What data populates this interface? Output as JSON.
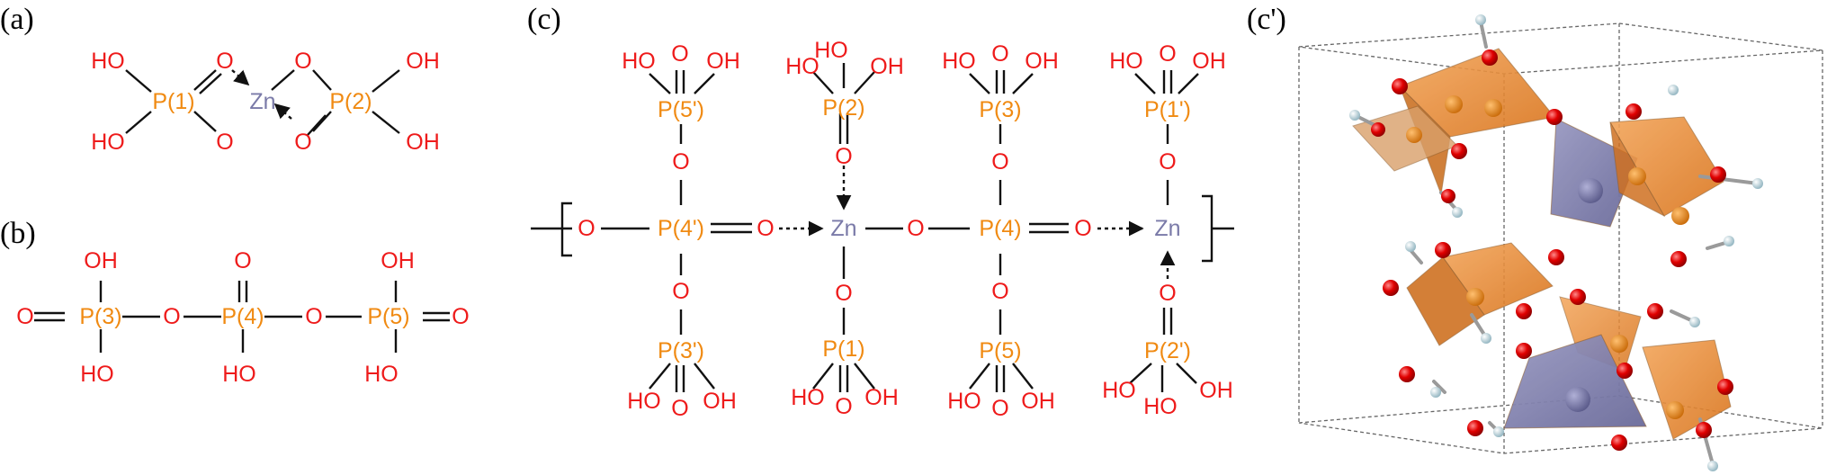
{
  "panels": {
    "a": "(a)",
    "b": "(b)",
    "c": "(c)",
    "c_prime": "(c')"
  },
  "labels": {
    "O": "O",
    "OH": "OH",
    "HO": "HO",
    "Zn": "Zn",
    "P1": "P(1)",
    "P2": "P(2)",
    "P3": "P(3)",
    "P4": "P(4)",
    "P5": "P(5)",
    "P1p": "P(1')",
    "P2p": "P(2')",
    "P3p": "P(3')",
    "P4p": "P(4')",
    "P5p": "P(5')"
  },
  "colors": {
    "oxygen": "#ee1b1b",
    "phosphorus": "#f08a12",
    "zinc": "#7a7aa8",
    "bond": "#111111"
  }
}
